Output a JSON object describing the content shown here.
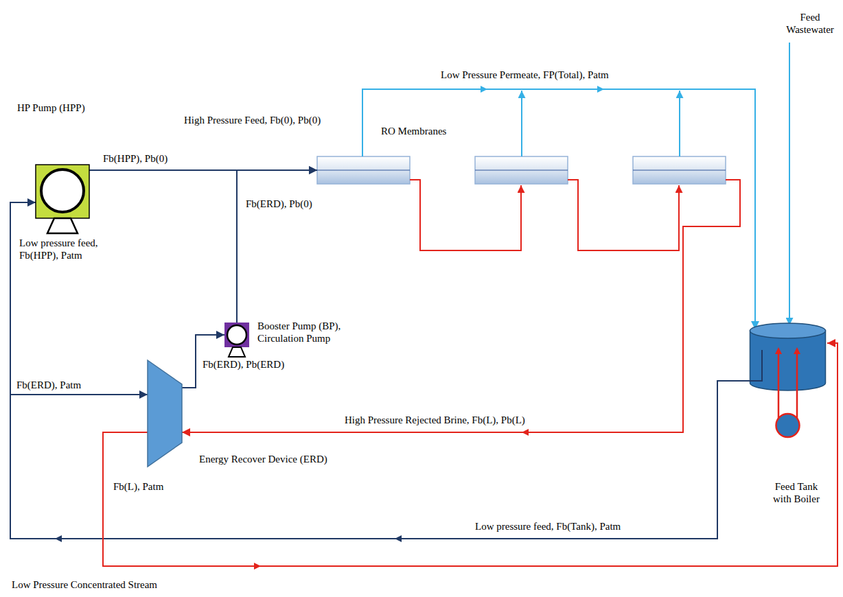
{
  "diagram": {
    "nodes": [
      {
        "text": [
          "HP Pump (HPP)"
        ]
      },
      {
        "text": [
          "RO Membranes"
        ]
      },
      {
        "text": [
          "Booster Pump (BP), Circulation Pump"
        ]
      },
      {
        "text": [
          "Energy Recover Device (ERD)"
        ]
      },
      {
        "text": [
          "Feed Tank with Boiler"
        ]
      }
    ],
    "edges": [
      {
        "from": 0,
        "to": 1,
        "arrow": "to"
      },
      {
        "from": 3,
        "to": 2,
        "arrow": "to"
      },
      {
        "from": 2,
        "to": 1,
        "arrow": "to"
      },
      {
        "from": 1,
        "to": 3,
        "arrow": "to",
        "label": "High Pressure Rejected Brine, Fb(L), Pb(L)"
      },
      {
        "from": 1,
        "to": 4,
        "arrow": "to",
        "label": "Low Pressure Permeate, FP(Total), Patm"
      },
      {
        "from": 4,
        "to": 0,
        "arrow": "to",
        "label": "Low pressure feed, Fb(Tank), Patm"
      },
      {
        "from": 4,
        "to": 3,
        "arrow": "to",
        "label": "Fb(ERD), Patm"
      },
      {
        "from": 3,
        "to": 4,
        "arrow": "to",
        "label": "Low Pressure Concentrated Stream"
      }
    ],
    "labels": [
      "Feed Wastewater",
      "High Pressure Feed, Fb(0), Pb(0)",
      "Fb(HPP), Pb(0)",
      "Fb(ERD), Pb(0)",
      "Low pressure feed, Fb(HPP), Patm",
      "Fb(ERD), Pb(ERD)",
      "Fb(L), Patm"
    ]
  }
}
